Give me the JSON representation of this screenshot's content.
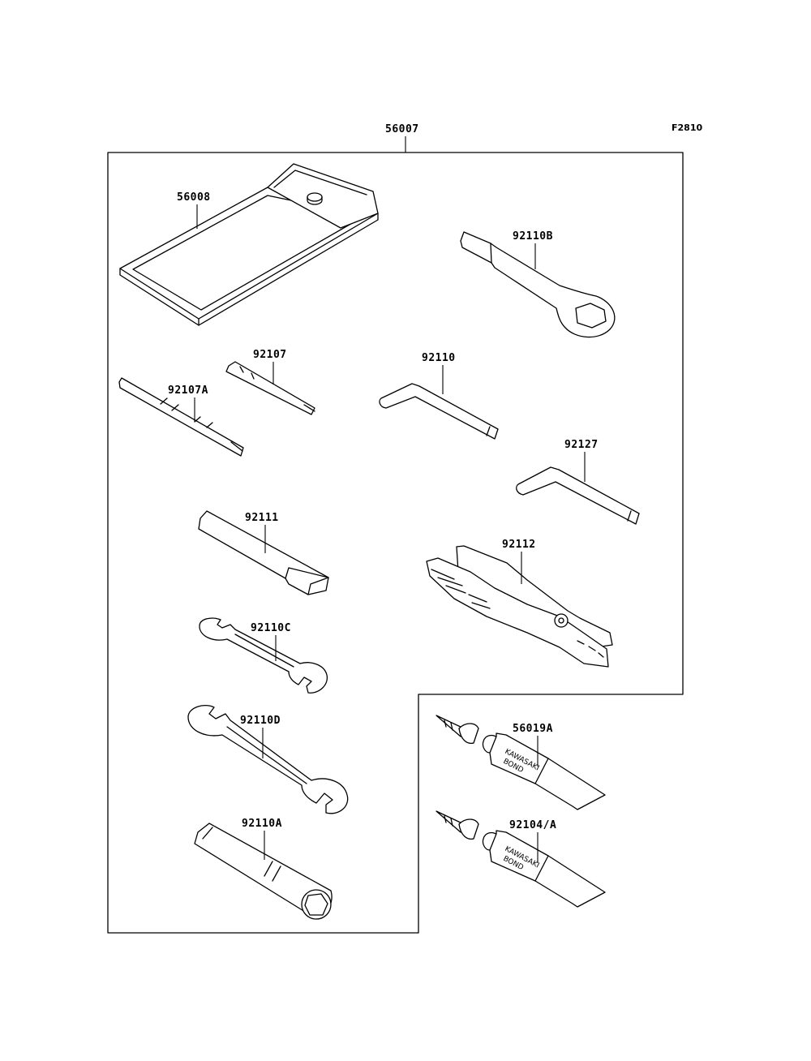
{
  "figure_id": "F2810",
  "parts": {
    "kit": "56007",
    "case": "56008",
    "wrench_ring": "92110B",
    "screwdriver": "92107",
    "screwdriver_a": "92107A",
    "hex_wrench": "92110",
    "hex_wrench_b": "92127",
    "extension_bar": "92111",
    "pliers": "92112",
    "wrench_c": "92110C",
    "wrench_d": "92110D",
    "box_wrench": "92110A",
    "bond_a": "56019A",
    "bond_b": "92104/A"
  },
  "tube_print": {
    "brand": "KAWASAKI",
    "product": "BOND"
  }
}
